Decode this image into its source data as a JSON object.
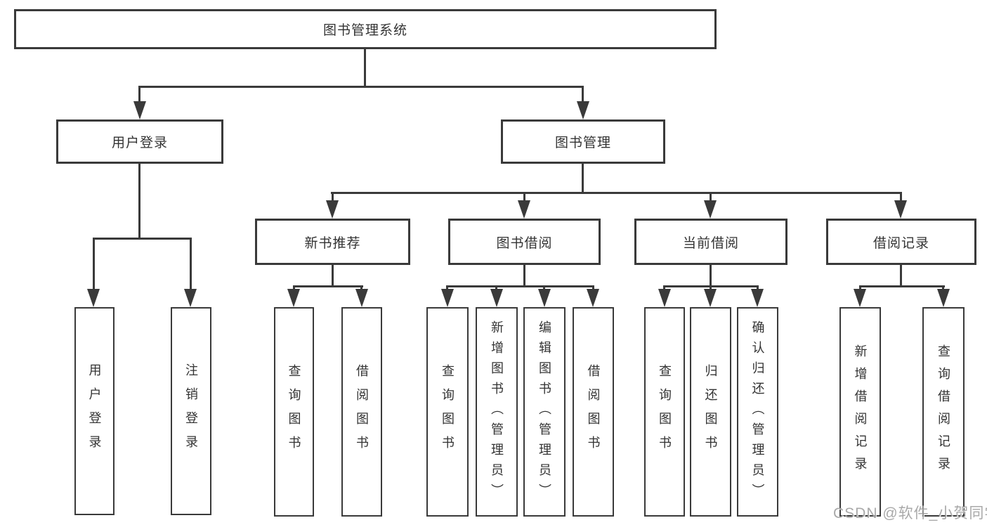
{
  "colors": {
    "line": "#3a3a3a",
    "text": "#333333",
    "watermark": "#a0a0a0"
  },
  "watermark": "CSDN @软件_小贺同学",
  "tree": {
    "root": {
      "label": "图书管理系统"
    },
    "branches": [
      {
        "label": "用户登录",
        "children": [
          {
            "label": "用户登录"
          },
          {
            "label": "注销登录"
          }
        ]
      },
      {
        "label": "图书管理",
        "groups": [
          {
            "label": "新书推荐",
            "children": [
              {
                "label": "查询图书"
              },
              {
                "label": "借阅图书"
              }
            ]
          },
          {
            "label": "图书借阅",
            "children": [
              {
                "label": "查询图书"
              },
              {
                "label": "新增图书（管理员）"
              },
              {
                "label": "编辑图书（管理员）"
              },
              {
                "label": "借阅图书"
              }
            ]
          },
          {
            "label": "当前借阅",
            "children": [
              {
                "label": "查询图书"
              },
              {
                "label": "归还图书"
              },
              {
                "label": "确认归还（管理员）"
              }
            ]
          },
          {
            "label": "借阅记录",
            "children": [
              {
                "label": "新增借阅记录"
              },
              {
                "label": "查询借阅记录"
              }
            ]
          }
        ]
      }
    ]
  }
}
